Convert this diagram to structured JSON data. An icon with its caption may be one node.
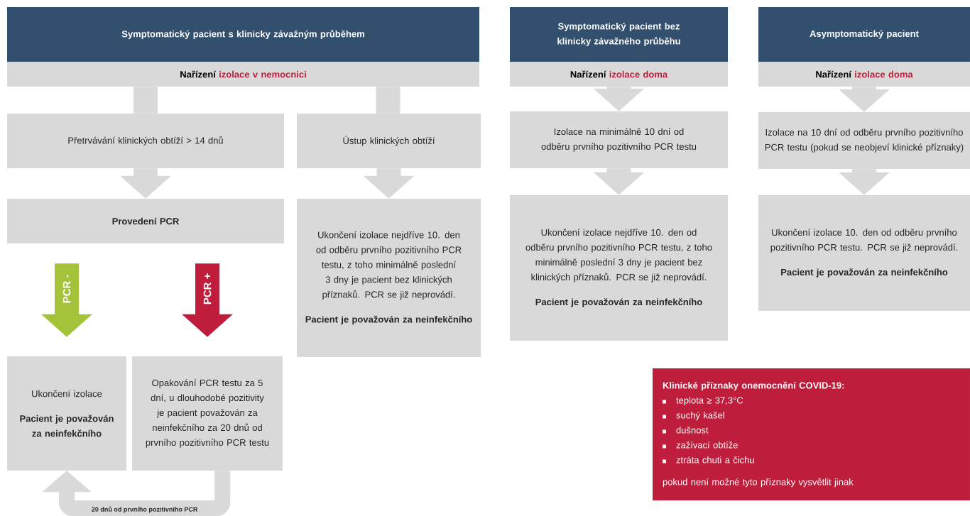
{
  "diagram": {
    "nodes": [
      {
        "text": [
          "Symptomatický pacient s klinicky závažným průběhem"
        ]
      },
      {
        "text": [
          "Nařízení",
          "izolace v nemocnici"
        ]
      },
      {
        "text": [
          "Přetrvávání klinických obtíží > 14 dnů"
        ]
      },
      {
        "text": [
          "Ústup klinických obtíží"
        ]
      },
      {
        "text": [
          "Provedení PCR"
        ]
      },
      {
        "text": [
          "Ukončení izolace nejdříve 10. den od odběru prvního pozitivního PCR testu, z toho minimálně poslední 3 dny je pacient bez klinických příznaků. PCR se již neprovádí.",
          "Pacient je považován za neinfekčního"
        ]
      },
      {
        "text": [
          "Ukončení izolace",
          "Pacient je považován za neinfekčního"
        ]
      },
      {
        "text": [
          "Opakování PCR testu za 5 dní, u dlouhodobé pozitivity je pacient považován za neinfekčního za 20 dnů od prvního pozitivního PCR testu"
        ]
      },
      {
        "text": [
          "Symptomatický pacient bez klinicky závažného průběhu"
        ]
      },
      {
        "text": [
          "Nařízení",
          "izolace doma"
        ]
      },
      {
        "text": [
          "Izolace na minimálně 10 dní od odběru prvního pozitivního PCR testu"
        ]
      },
      {
        "text": [
          "Ukončení izolace nejdříve 10. den od odběru prvního pozitivního PCR testu, z toho minimálně poslední 3 dny je pacient bez klinických příznaků. PCR se již neprovádí.",
          "Pacient je považován za neinfekčního"
        ]
      },
      {
        "text": [
          "Asymptomatický pacient"
        ]
      },
      {
        "text": [
          "Nařízení",
          "izolace doma"
        ]
      },
      {
        "text": [
          "Izolace na 10 dní od odběru prvního pozitivního PCR testu (pokud se neobjeví klinické příznaky)"
        ]
      },
      {
        "text": [
          "Ukončení izolace 10. den od odběru prvního pozitivního PCR testu. PCR se již neprovádí.",
          "Pacient je považován za neinfekčního"
        ]
      },
      {
        "text": [
          "Klinické příznaky onemocnění COVID-19:",
          "teplota ≥ 37,3°C",
          "suchý kašel",
          "dušnost",
          "zažívací obtíže",
          "ztráta chuti a čichu",
          "pokud není možné tyto příznaky vysvětlit jinak"
        ]
      }
    ],
    "edges": [
      {
        "from": 1,
        "to": 2,
        "arrow": "none"
      },
      {
        "from": 1,
        "to": 3,
        "arrow": "none"
      },
      {
        "from": 2,
        "to": 4,
        "arrow": "to"
      },
      {
        "from": 3,
        "to": 5,
        "arrow": "to"
      },
      {
        "from": 4,
        "to": 6,
        "arrow": "to",
        "label": "PCR -",
        "color": "#a5c33a"
      },
      {
        "from": 4,
        "to": 7,
        "arrow": "to",
        "label": "PCR +",
        "color": "#be1e3c"
      },
      {
        "from": 7,
        "to": 6,
        "arrow": "to",
        "label": "20 dnů od prvního pozitivního PCR"
      },
      {
        "from": 9,
        "to": 10,
        "arrow": "to"
      },
      {
        "from": 10,
        "to": 11,
        "arrow": "to"
      },
      {
        "from": 13,
        "to": 14,
        "arrow": "to"
      },
      {
        "from": 14,
        "to": 15,
        "arrow": "to"
      }
    ]
  }
}
